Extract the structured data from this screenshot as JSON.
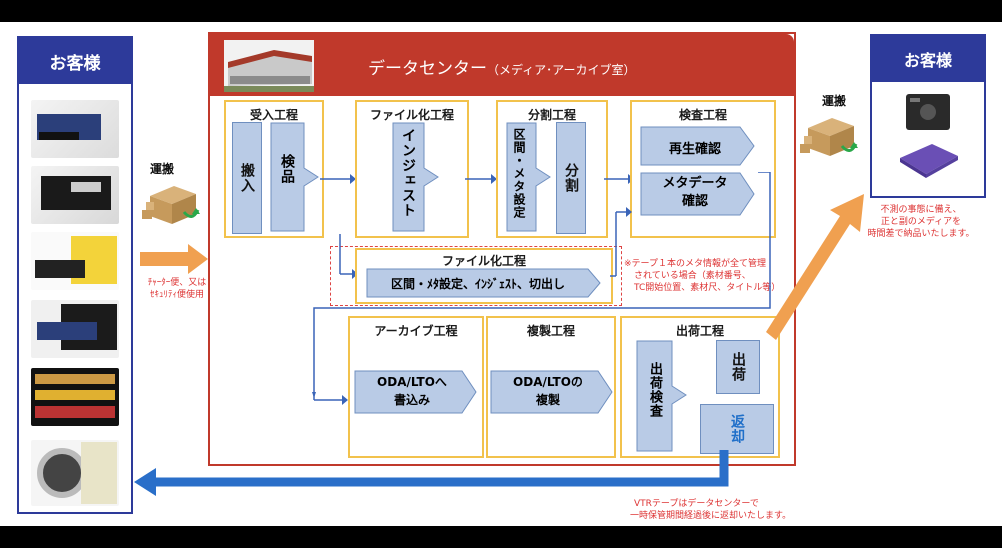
{
  "left_customer": {
    "title": "お客様",
    "items": [
      "tape-1",
      "tape-2",
      "tape-3",
      "tape-4",
      "tape-5",
      "tape-6"
    ]
  },
  "right_customer": {
    "title": "お客様"
  },
  "datacenter": {
    "title": "データセンター",
    "subtitle": "（メディア･アーカイブ室）"
  },
  "transport_left": {
    "label": "運搬",
    "note1": "ﾁｬｰﾀｰ便、又は",
    "note2": "ｾｷｭﾘﾃｨ便使用"
  },
  "transport_right": {
    "label": "運搬",
    "note1": "不測の事態に備え、",
    "note2": "正と副のメディアを",
    "note3": "時間差で納品いたします。"
  },
  "stages": {
    "ukeire": {
      "title": "受入工程",
      "a": "搬入",
      "b": "検品"
    },
    "file1": {
      "title": "ファイル化工程",
      "a": "インジェスト"
    },
    "split": {
      "title": "分割工程",
      "a": "区間・メタ設定",
      "b": "分割"
    },
    "inspect": {
      "title": "検査工程",
      "a": "再生確認",
      "b1": "メタデータ",
      "b2": "確認"
    },
    "file2": {
      "title": "ファイル化工程",
      "a": "区間・ﾒﾀ設定、ｲﾝｼﾞｪｽﾄ、切出し"
    },
    "archive": {
      "title": "アーカイブ工程",
      "a1": "ODA/LTOへ",
      "a2": "書込み"
    },
    "copy": {
      "title": "複製工程",
      "a1": "ODA/LTOの",
      "a2": "複製"
    },
    "ship": {
      "title": "出荷工程",
      "a": "出荷検査",
      "b": "出荷",
      "c": "返却"
    }
  },
  "meta_note": {
    "l1": "※テープ１本のメタ情報が全て管理",
    "l2": "されている場合（素材番号、",
    "l3": "TC開始位置、素材尺、タイトル等）"
  },
  "return_note": {
    "l1": "VTRテープはデータセンターで",
    "l2": "一時保管期間経過後に返却いたします。"
  },
  "colors": {
    "navy": "#2d3a9a",
    "red": "#c0392b",
    "gold": "#f2c24c",
    "pill": "#b9cbe6",
    "orange": "#f0a050",
    "blue_arrow": "#2a6fc9"
  }
}
